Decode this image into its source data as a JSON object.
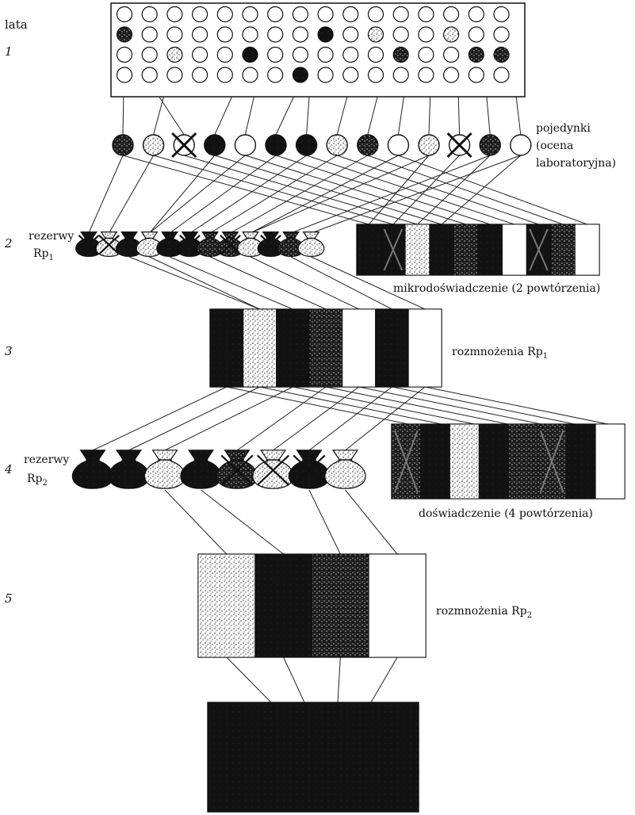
{
  "years_label": "lata",
  "year_numbers": [
    "1",
    "2",
    "3",
    "4",
    "5"
  ],
  "colors": {
    "ink": "#111111",
    "dark": "#141414",
    "speckle": "#5a5a5a",
    "light_speckle": "#c9c9c9",
    "white": "#ffffff"
  },
  "stage1": {
    "label_lines": [
      "pojedynki",
      "(ocena",
      "laboratoryjna)"
    ],
    "field_grid": {
      "rows": 4,
      "cols": 16
    },
    "singles": [
      "dark",
      "light",
      "crossed",
      "black",
      "white",
      "black",
      "black",
      "light",
      "dark",
      "white",
      "light",
      "crossed",
      "dark",
      "white"
    ]
  },
  "stage2": {
    "reserve_label": "rezerwy",
    "reserve_sub": "Rp",
    "reserve_sub_index": "1",
    "bags": [
      "black-crossed",
      "light-crossed",
      "black",
      "light",
      "black",
      "black-crossed",
      "dark",
      "dark-crossed",
      "light",
      "black-crossed",
      "dark",
      "light"
    ],
    "trial_label": "mikrodoświadczenie (2 powtórzenia)",
    "trial_strips": [
      "black",
      "black-crossed",
      "light",
      "black",
      "dark",
      "black",
      "white",
      "black-crossed",
      "dark",
      "white"
    ]
  },
  "stage3": {
    "label": "rozmnożenia Rp",
    "label_index": "1",
    "strips": [
      "black",
      "light",
      "black",
      "dark",
      "white",
      "black",
      "white"
    ]
  },
  "stage4": {
    "reserve_label": "rezerwy",
    "reserve_sub": "Rp",
    "reserve_sub_index": "2",
    "bags": [
      "black",
      "black",
      "light",
      "black",
      "dark-crossed",
      "light-crossed",
      "black-crossed",
      "light"
    ],
    "trial_label": "doświadczenie (4 powtórzenia)",
    "trial_strips": [
      "dark-crossed",
      "black",
      "light",
      "black",
      "dark",
      "dark-crossed",
      "black",
      "white"
    ]
  },
  "stage5": {
    "label": "rozmnożenia Rp",
    "label_index": "2",
    "strips": [
      "light",
      "black",
      "dark",
      "white"
    ]
  },
  "final_block": {
    "fill": "black"
  }
}
